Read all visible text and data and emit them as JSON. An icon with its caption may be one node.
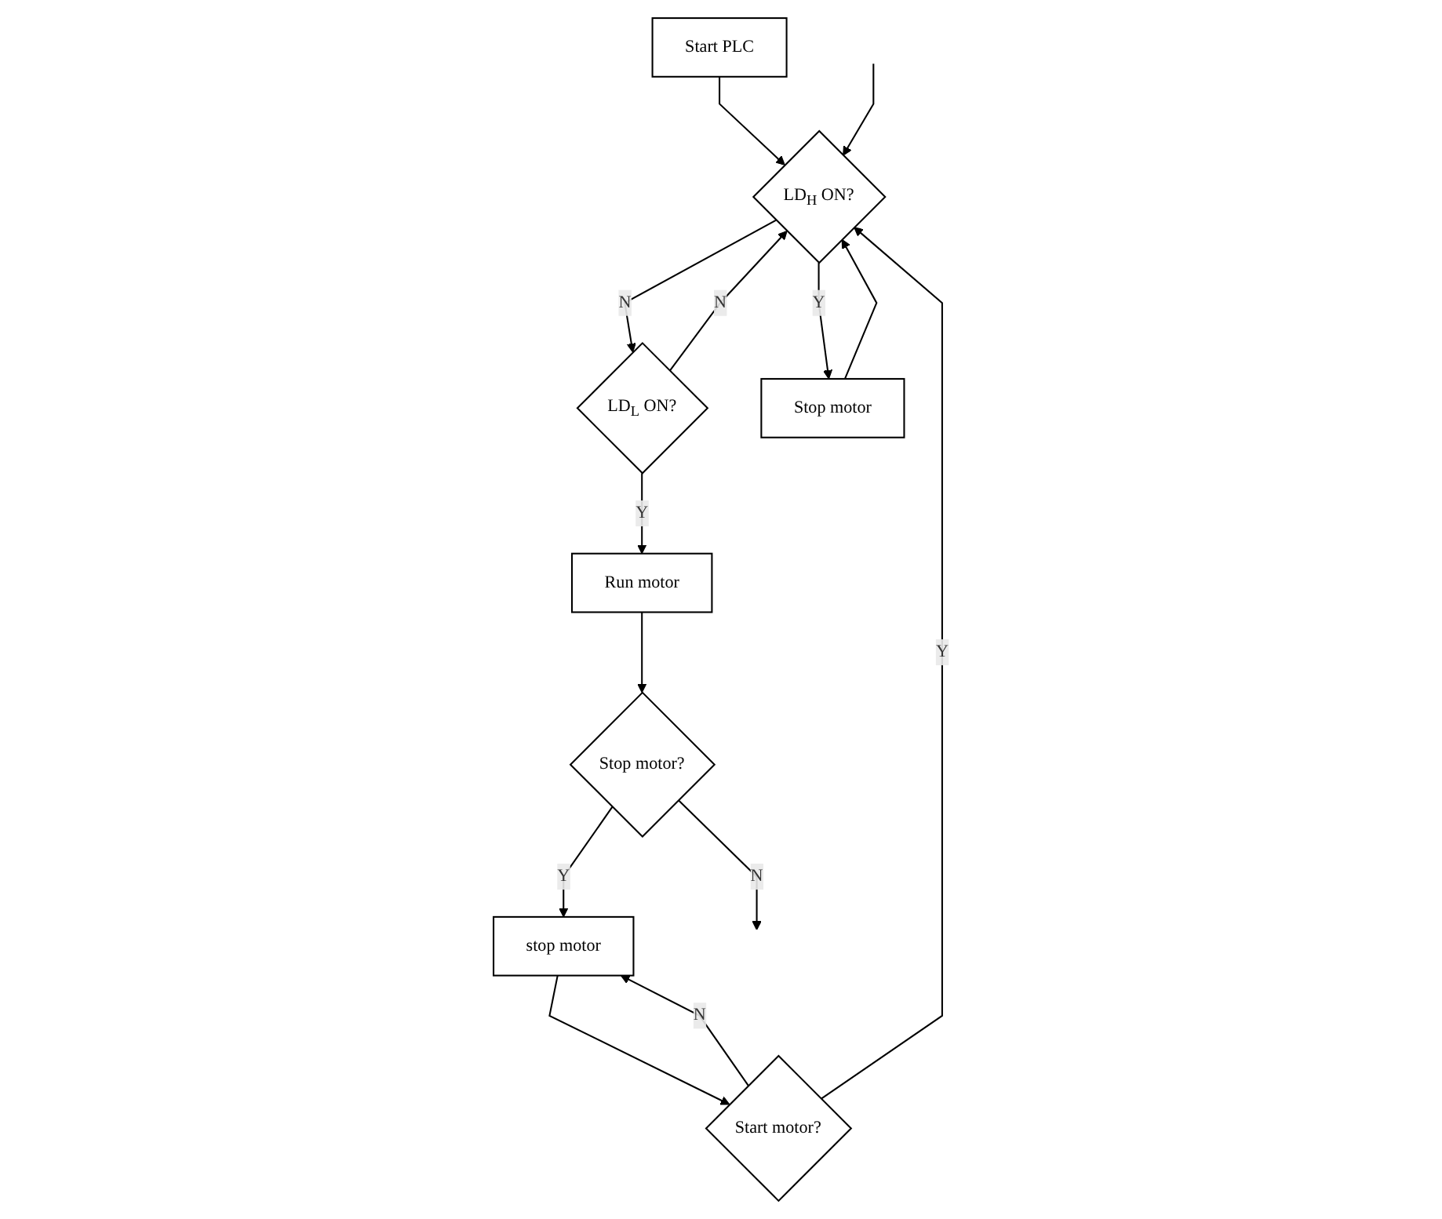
{
  "diagram": {
    "nodes": [
      {
        "text": [
          "Start PLC"
        ]
      },
      {
        "text": [
          "LD$_{H}$ ON?"
        ]
      },
      {
        "text": [
          "LD$_{L}$ ON?"
        ]
      },
      {
        "text": [
          "Stop motor"
        ]
      },
      {
        "text": [
          "Run motor"
        ]
      },
      {
        "text": [
          "Stop motor?"
        ]
      },
      {
        "text": [
          "stop motor"
        ]
      },
      {
        "text": [
          "Start motor?"
        ]
      }
    ],
    "edges": [
      {
        "from": 0,
        "to": 1,
        "arrow": "to"
      },
      {
        "from": 1,
        "to": 2,
        "label": "N",
        "arrow": "to"
      },
      {
        "from": 1,
        "to": 3,
        "label": "Y",
        "arrow": "to"
      },
      {
        "from": 2,
        "to": 1,
        "label": "N",
        "arrow": "to"
      },
      {
        "from": 2,
        "to": 4,
        "label": "Y",
        "arrow": "to"
      },
      {
        "from": 3,
        "to": 1,
        "arrow": "to"
      },
      {
        "from": 4,
        "to": 5,
        "arrow": "to"
      },
      {
        "from": 5,
        "to": 6,
        "label": "Y",
        "arrow": "to"
      },
      {
        "from": 5,
        "to": null,
        "label": "N",
        "arrow": "to"
      },
      {
        "from": null,
        "to": 1,
        "arrow": "to"
      },
      {
        "from": 6,
        "to": 7,
        "arrow": "to"
      },
      {
        "from": 7,
        "to": 6,
        "label": "N",
        "arrow": "to"
      },
      {
        "from": 7,
        "to": 1,
        "label": "Y",
        "arrow": "to"
      }
    ]
  }
}
